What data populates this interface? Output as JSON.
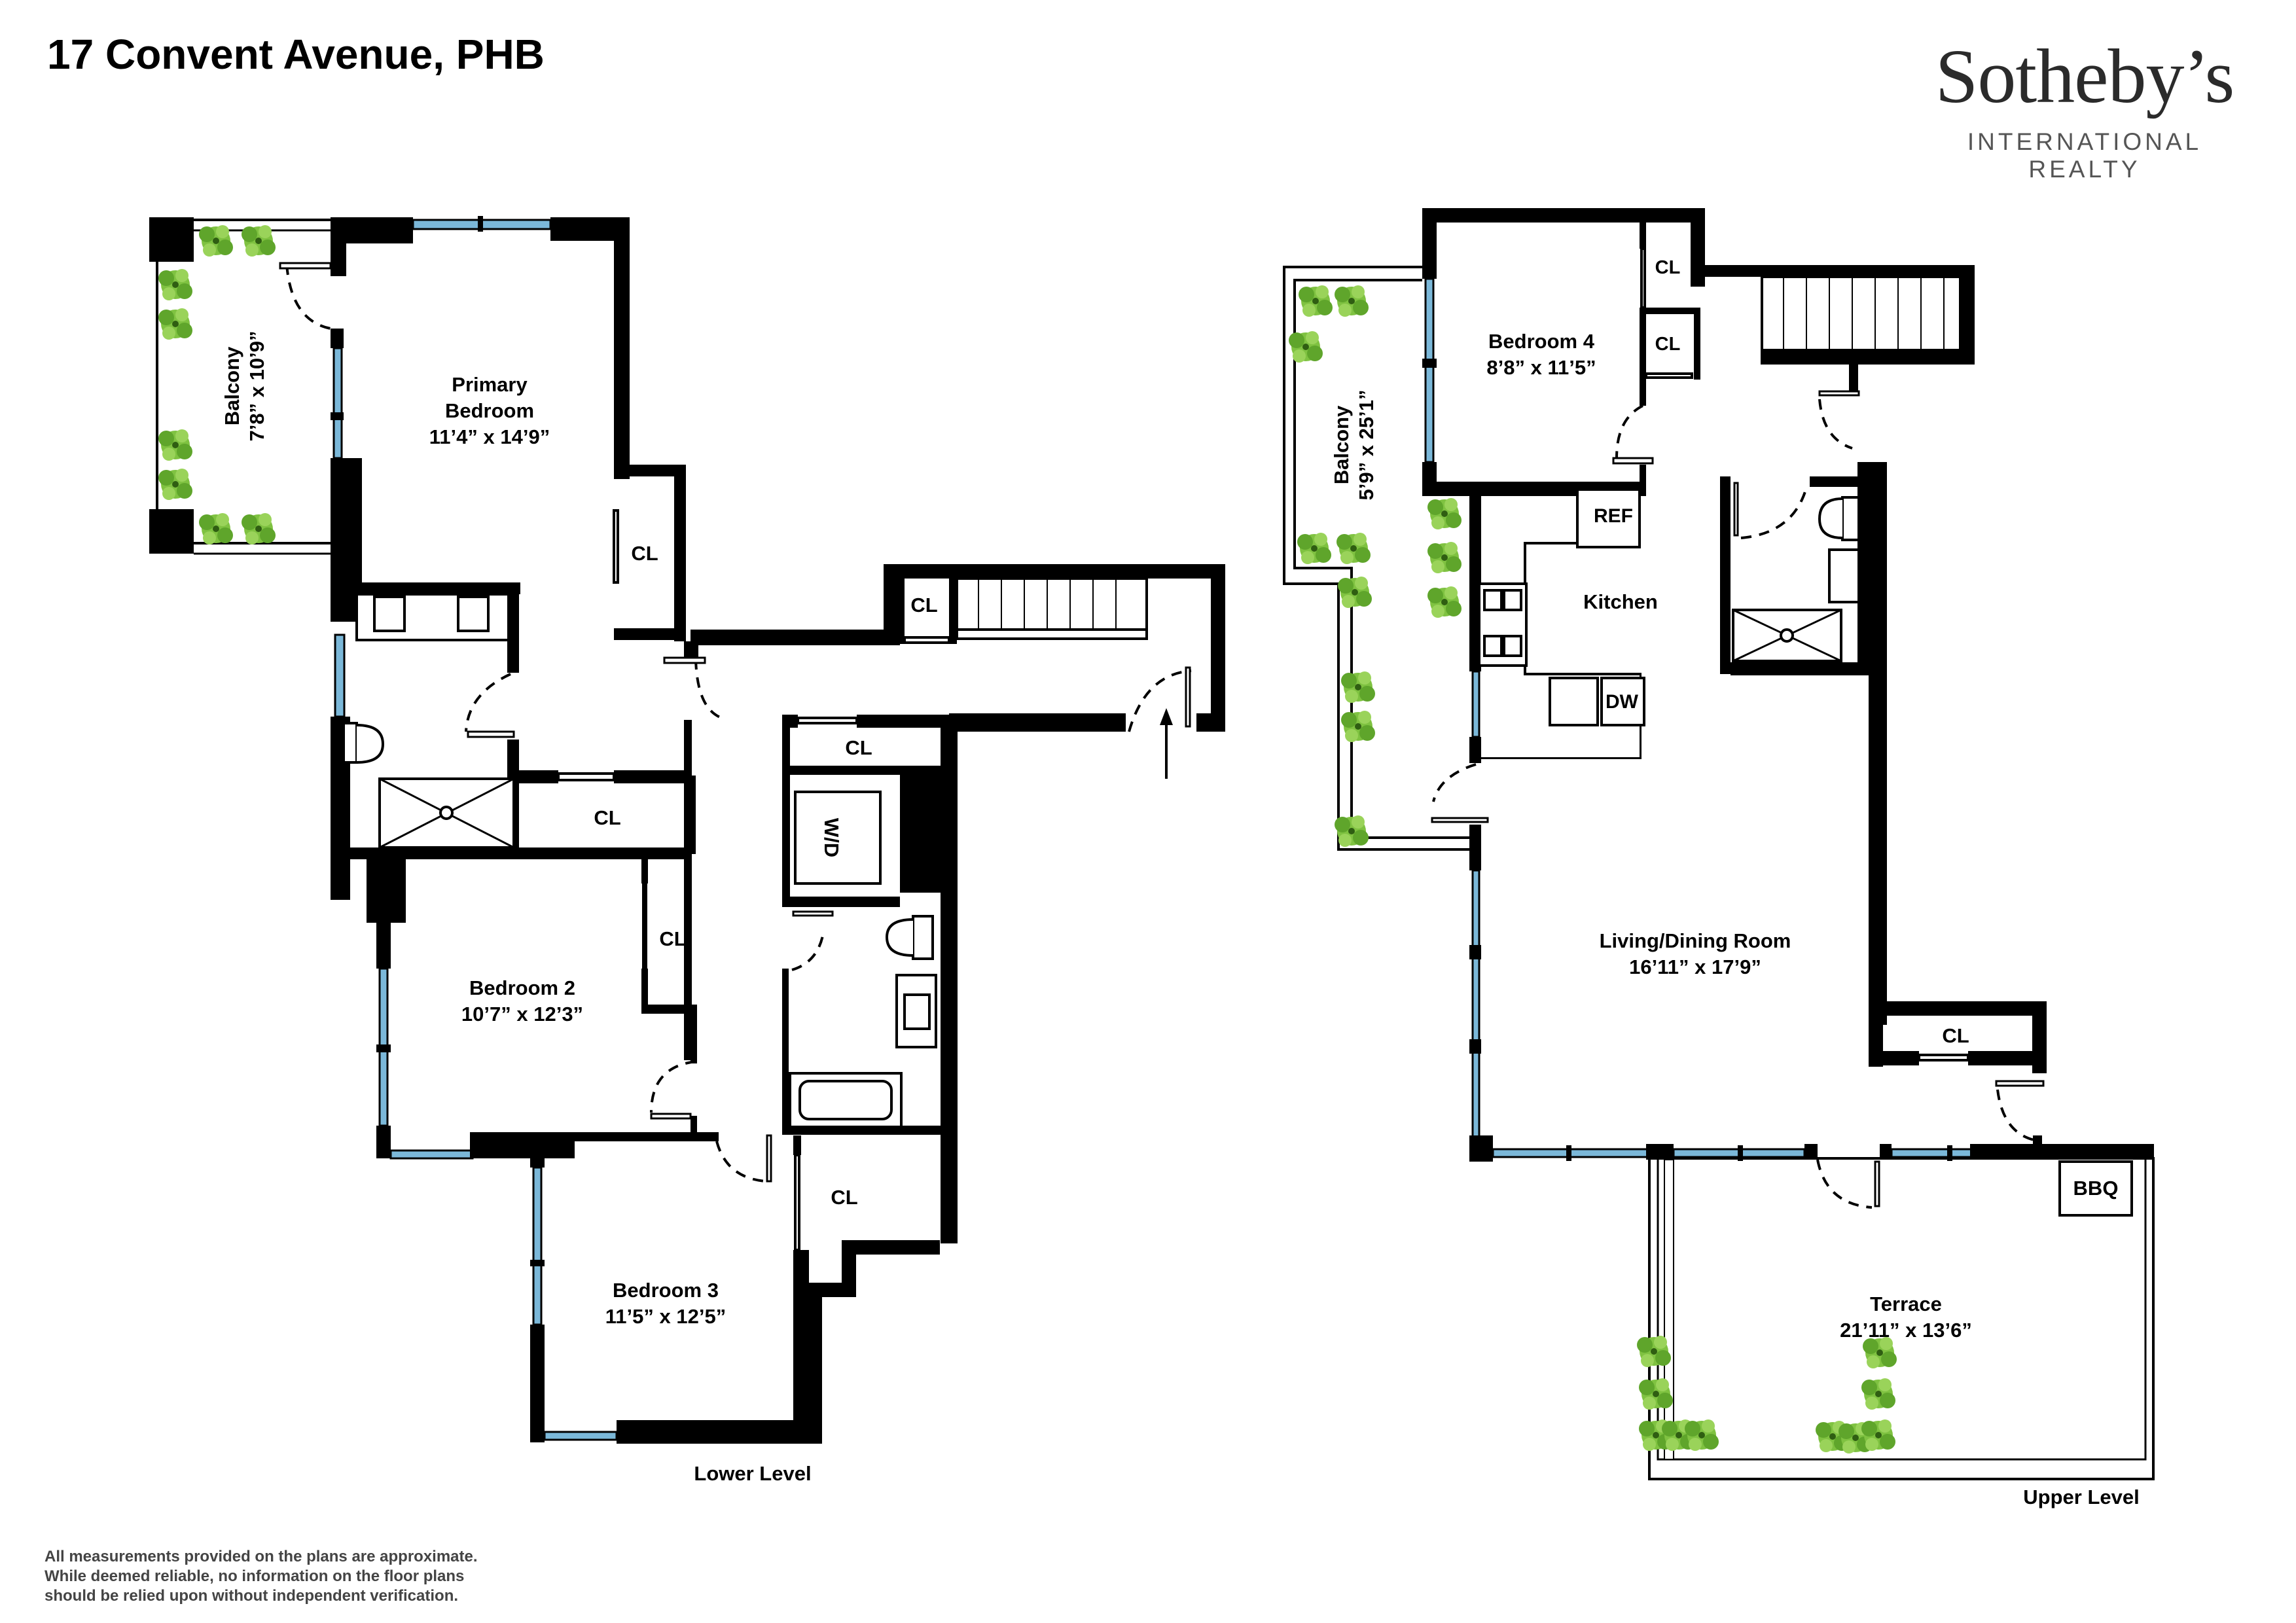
{
  "header": {
    "title": "17 Convent Avenue, PHB"
  },
  "brand": {
    "name": "Sotheby’s",
    "tagline": "INTERNATIONAL REALTY"
  },
  "colors": {
    "wall": "#000000",
    "window": "#7bb8d9",
    "plant": "#7fc241",
    "logo_text": "#2b2b2b",
    "disclaimer_text": "#444444"
  },
  "lower_level": {
    "label": "Lower Level",
    "rooms": {
      "primary_bedroom": {
        "name_line1": "Primary",
        "name_line2": "Bedroom",
        "size": "11’4” x 14’9”"
      },
      "balcony": {
        "name": "Balcony",
        "size": "7’8” x 10’9”"
      },
      "bedroom2": {
        "name": "Bedroom 2",
        "size": "10’7” x 12’3”"
      },
      "bedroom3": {
        "name": "Bedroom 3",
        "size": "11’5” x 12’5”"
      }
    },
    "closets": [
      "CL",
      "CL",
      "CL",
      "CL",
      "CL",
      "CL"
    ],
    "washer_dryer": "W/D"
  },
  "upper_level": {
    "label": "Upper Level",
    "rooms": {
      "bedroom4": {
        "name": "Bedroom 4",
        "size": "8’8” x 11’5”"
      },
      "balcony": {
        "name": "Balcony",
        "size": "5’9” x 25’1”"
      },
      "kitchen": {
        "name": "Kitchen"
      },
      "living_dining": {
        "name": "Living/Dining Room",
        "size": "16’11” x 17’9”"
      },
      "terrace": {
        "name": "Terrace",
        "size": "21’11” x 13’6”"
      }
    },
    "closets": [
      "CL",
      "CL",
      "CL"
    ],
    "appliances": {
      "refrigerator": "REF",
      "dishwasher": "DW",
      "barbecue": "BBQ"
    }
  },
  "disclaimer": {
    "line1": "All measurements provided on the plans are approximate.",
    "line2": "While deemed reliable, no information on the floor plans",
    "line3": "should be relied upon without independent verification."
  }
}
